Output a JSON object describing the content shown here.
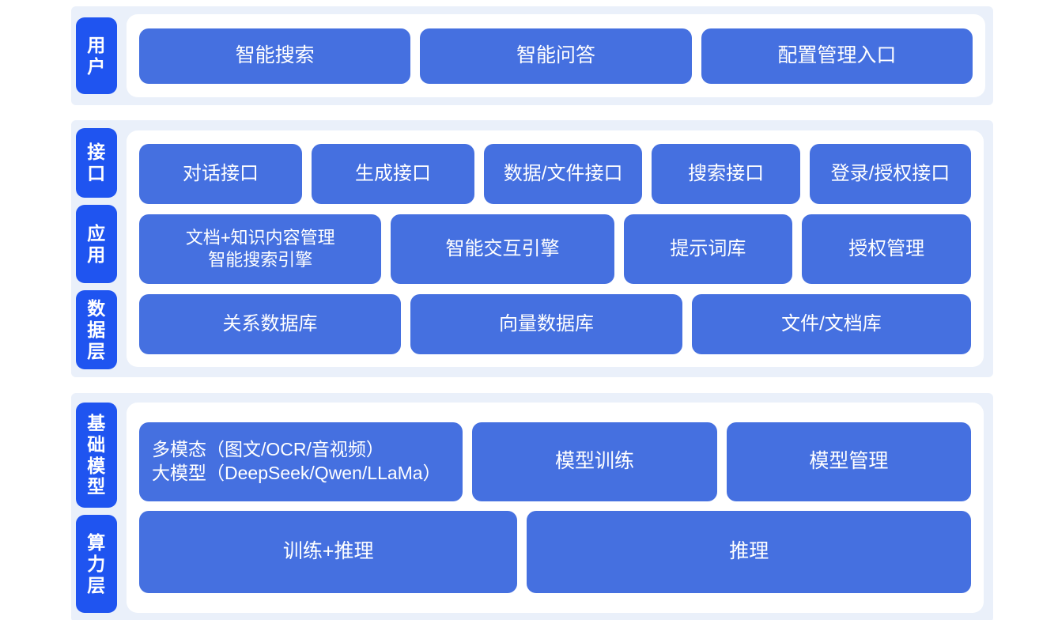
{
  "colors": {
    "band_background": "#eaf0fa",
    "panel_background": "#ffffff",
    "label_blue": "#1f54f0",
    "box_blue": "#4570e0",
    "box_text": "#ffffff",
    "page_background": "#ffffff"
  },
  "sections": [
    {
      "id": "user",
      "labels": [
        {
          "text": "用户"
        }
      ],
      "rows": [
        {
          "boxes": [
            {
              "text": "智能搜索",
              "flex": 1
            },
            {
              "text": "智能问答",
              "flex": 1
            },
            {
              "text": "配置管理入口",
              "flex": 1
            }
          ]
        }
      ]
    },
    {
      "id": "middle",
      "labels": [
        {
          "text": "接口"
        },
        {
          "text": "应用"
        },
        {
          "text": "数据层"
        }
      ],
      "rows": [
        {
          "boxes": [
            {
              "text": "对话接口",
              "flex": 1.03
            },
            {
              "text": "生成接口",
              "flex": 1.03
            },
            {
              "text": "数据/文件接口",
              "flex": 1.0
            },
            {
              "text": "搜索接口",
              "flex": 0.93
            },
            {
              "text": "登录/授权接口",
              "flex": 1.02
            }
          ]
        },
        {
          "boxes": [
            {
              "text": "文档+知识内容管理\n智能搜索引擎",
              "flex": 1.19
            },
            {
              "text": "智能交互引擎",
              "flex": 1.09
            },
            {
              "text": "提示词库",
              "flex": 0.81
            },
            {
              "text": "授权管理",
              "flex": 0.81
            }
          ]
        },
        {
          "boxes": [
            {
              "text": "关系数据库",
              "flex": 1
            },
            {
              "text": "向量数据库",
              "flex": 1.04
            },
            {
              "text": "文件/文档库",
              "flex": 1.07
            }
          ]
        }
      ]
    },
    {
      "id": "base",
      "labels": [
        {
          "text": "基础模型"
        },
        {
          "text": "算力层"
        }
      ],
      "rows": [
        {
          "boxes": [
            {
              "text": "多模态（图文/OCR/音视频）\n大模型（DeepSeek/Qwen/LLaMa）",
              "flex": 1.34
            },
            {
              "text": "模型训练",
              "flex": 1.02
            },
            {
              "text": "模型管理",
              "flex": 1.02
            }
          ]
        },
        {
          "boxes": [
            {
              "text": "训练+推理",
              "flex": 1
            },
            {
              "text": "推理",
              "flex": 1.18
            }
          ]
        }
      ]
    }
  ],
  "diagram": {
    "title_present": false,
    "layer_order": [
      "用户",
      "接口",
      "应用",
      "数据层",
      "基础模型",
      "算力层"
    ]
  }
}
